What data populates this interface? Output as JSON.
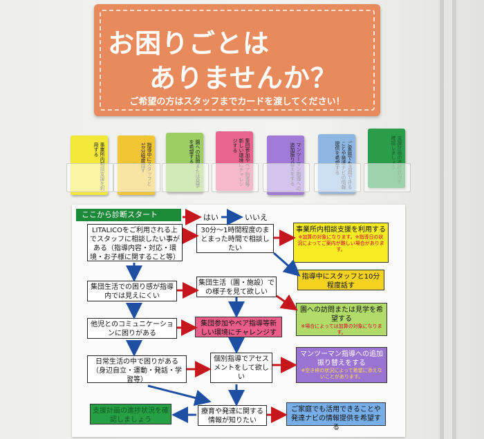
{
  "banner": {
    "line1": "お困りごとは",
    "line2": "ありませんか？",
    "note": "ご希望の方はスタッフまでカードを渡してください！"
  },
  "cards": [
    {
      "color": "#f3e83a",
      "text": "事業所内相談支援を利用する"
    },
    {
      "color": "#f2c534",
      "text": "指導中にスタッフと10分程度話す"
    },
    {
      "color": "#9ccf63",
      "text": "園への訪問または見学を希望する"
    },
    {
      "color": "#e8648c",
      "text": "集団参加やペア指導等新しい環境にチャレンジする"
    },
    {
      "color": "#a07ad6",
      "text": "マンツーマン指導への追加振り替えをする"
    },
    {
      "color": "#8eb6e3",
      "text": "ご家庭でも活用できることや発達ナビの情報提供を希望する"
    },
    {
      "color": "#2a9d4a",
      "text": "支援計画の進捗状況を確認しましょう"
    }
  ],
  "flowchart": {
    "start": "ここから診断スタート",
    "yes": "はい",
    "no": "いいえ",
    "q1": "LITALICOをご利用される上でスタッフに相談したい事がある（指導内容・対応・環境・お子様に関すること等）",
    "q2": "30分～1時間程度のまとまった時間で相談したい",
    "q3": "集団生活での困り感が指導内では見えにくい",
    "q4": "集団生活（園・施設）での様子を見て欲しい",
    "q5": "他児とのコミュニケーションに困りがある",
    "q6": "日常生活の中で困りがある（身辺自立・運動・発話・学習等）",
    "q7": "個別指導でアセスメントをして欲しい",
    "q8": "療育や発達に関する情報が知りたい",
    "r1": "事業所内相談支援を利用する",
    "r1_note": "※加算の対象になります。※指導日の状況によってご案内が難しい場合があります。",
    "r2": "指導中にスタッフと10分程度話す",
    "r3": "園への訪問または見学を希望する",
    "r3_note": "※場合によっては加算の対象になります。",
    "r4": "集団参加やペア指導等新しい環境にチャレンジする",
    "r5": "マンツーマン指導への追加振り替えをする",
    "r5_note": "※空き枠の状況によって希望に添えないことがあります。",
    "r6": "ご家庭でも活用できることや発達ナビの情報提供を希望する",
    "r7": "支援計画の進捗状況を確認しましょう"
  }
}
